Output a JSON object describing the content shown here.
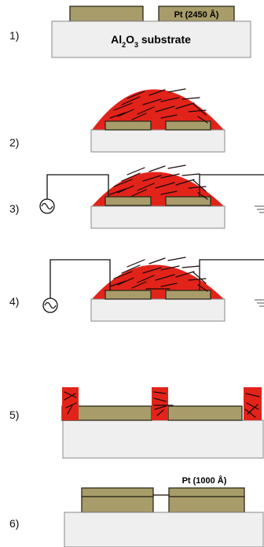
{
  "steps": [
    {
      "label": "1)"
    },
    {
      "label": "2)"
    },
    {
      "label": "3)"
    },
    {
      "label": "4)"
    },
    {
      "label": "5)"
    },
    {
      "label": "6)"
    }
  ],
  "substrate": {
    "formula_prefix": "Al",
    "formula_sub1": "2",
    "formula_mid": "O",
    "formula_sub2": "3",
    "formula_suffix": " substrate"
  },
  "electrode_initial_label": "Pt (2450 Å)",
  "electrode_final_label": "Pt (1000 Å)",
  "colors": {
    "electrode": "#a89c6a",
    "suspension_drop": "#e2231a",
    "substrate": "#efefef"
  },
  "icons": [
    "ac-source-icon",
    "ground-icon"
  ]
}
